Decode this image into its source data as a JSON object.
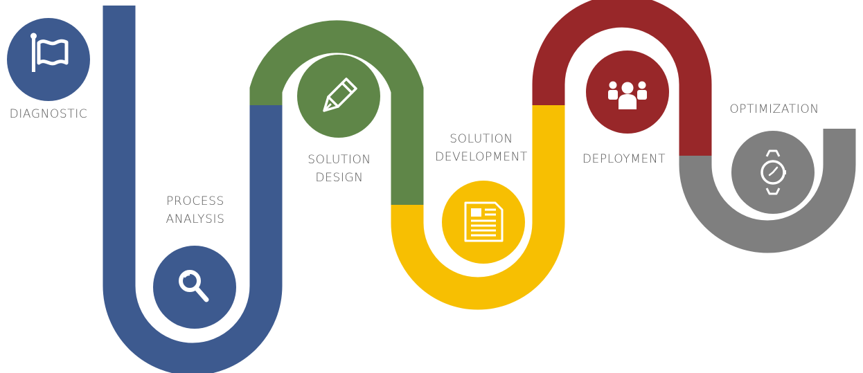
{
  "steps": [
    {
      "id": "diagnostic",
      "label_lines": [
        "DIAGNOSTIC"
      ],
      "icon": "flag-icon",
      "color": "#3d5a8f"
    },
    {
      "id": "process-analysis",
      "label_lines": [
        "PROCESS",
        "ANALYSIS"
      ],
      "icon": "magnifier-icon",
      "color": "#3d5a8f"
    },
    {
      "id": "solution-design",
      "label_lines": [
        "SOLUTION",
        "DESIGN"
      ],
      "icon": "pencil-icon",
      "color": "#5f8648"
    },
    {
      "id": "solution-development",
      "label_lines": [
        "SOLUTION",
        "DEVELOPMENT"
      ],
      "icon": "document-icon",
      "color": "#f7bf02"
    },
    {
      "id": "deployment",
      "label_lines": [
        "DEPLOYMENT"
      ],
      "icon": "people-icon",
      "color": "#982729"
    },
    {
      "id": "optimization",
      "label_lines": [
        "OPTIMIZATION"
      ],
      "icon": "watch-icon",
      "color": "#7f7f7f"
    }
  ],
  "colors": {
    "blue": "#3d5a8f",
    "green": "#5f8648",
    "yellow": "#f7bf02",
    "red": "#982729",
    "gray": "#7f7f7f",
    "text": "#555555",
    "icon_fg": "#ffffff"
  }
}
